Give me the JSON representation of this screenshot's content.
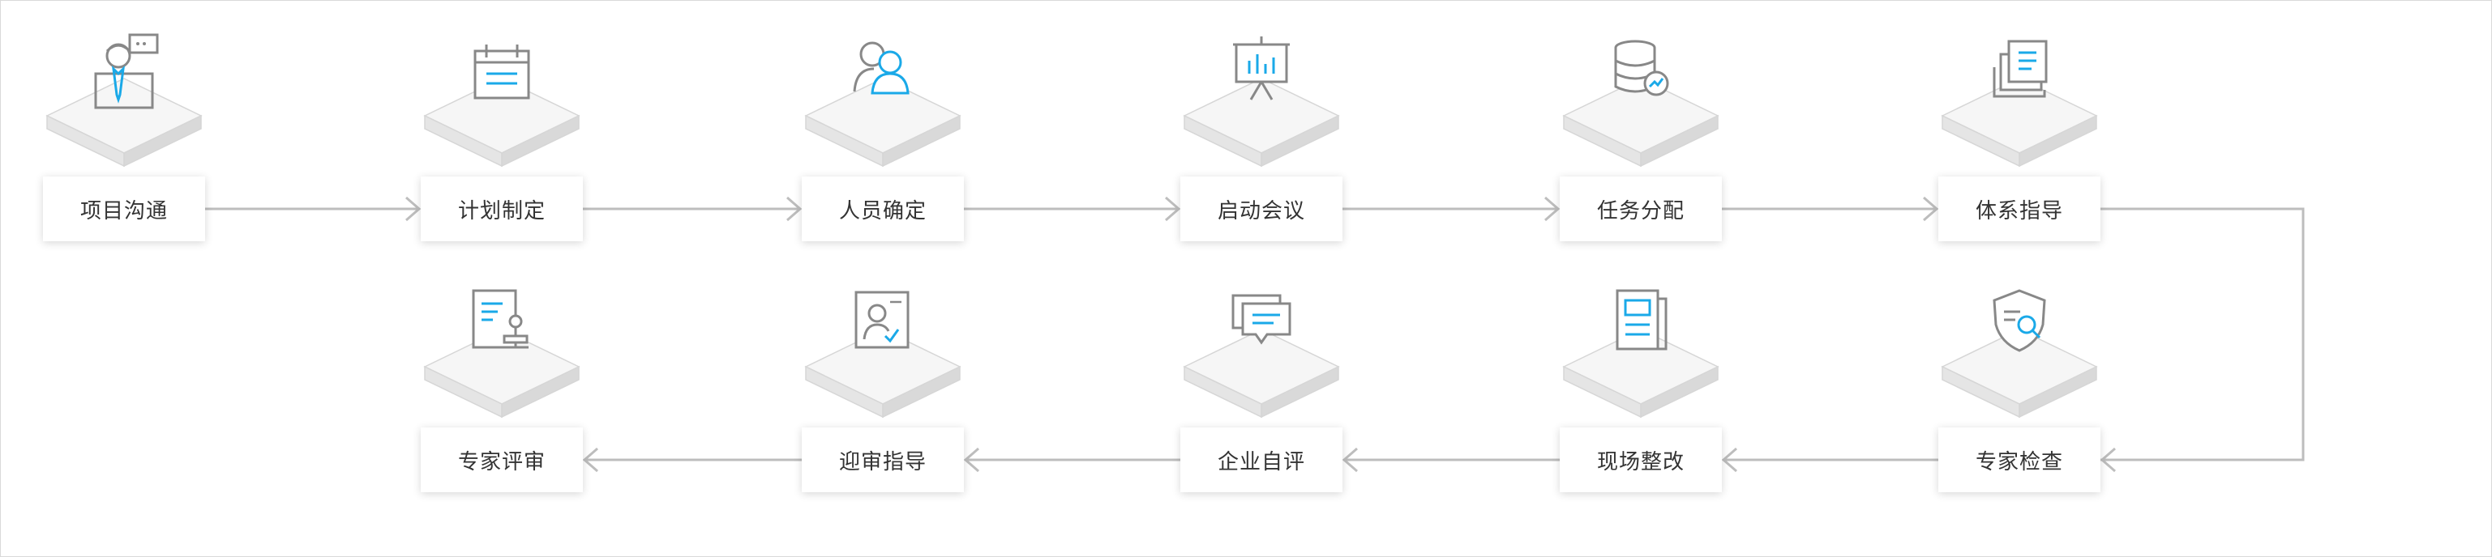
{
  "colors": {
    "accent": "#1aa9e8",
    "stroke": "#888888",
    "connector": "#bdbdbd"
  },
  "steps": [
    {
      "label": "项目沟通",
      "icon": "consultant-icon"
    },
    {
      "label": "计划制定",
      "icon": "calendar-icon"
    },
    {
      "label": "人员确定",
      "icon": "people-icon"
    },
    {
      "label": "启动会议",
      "icon": "presentation-board-icon"
    },
    {
      "label": "任务分配",
      "icon": "database-chart-icon"
    },
    {
      "label": "体系指导",
      "icon": "documents-stack-icon"
    },
    {
      "label": "专家检查",
      "icon": "shield-search-icon"
    },
    {
      "label": "现场整改",
      "icon": "report-document-icon"
    },
    {
      "label": "企业自评",
      "icon": "chat-bubbles-icon"
    },
    {
      "label": "迎审指导",
      "icon": "id-card-icon"
    },
    {
      "label": "专家评审",
      "icon": "document-stamp-icon"
    }
  ]
}
